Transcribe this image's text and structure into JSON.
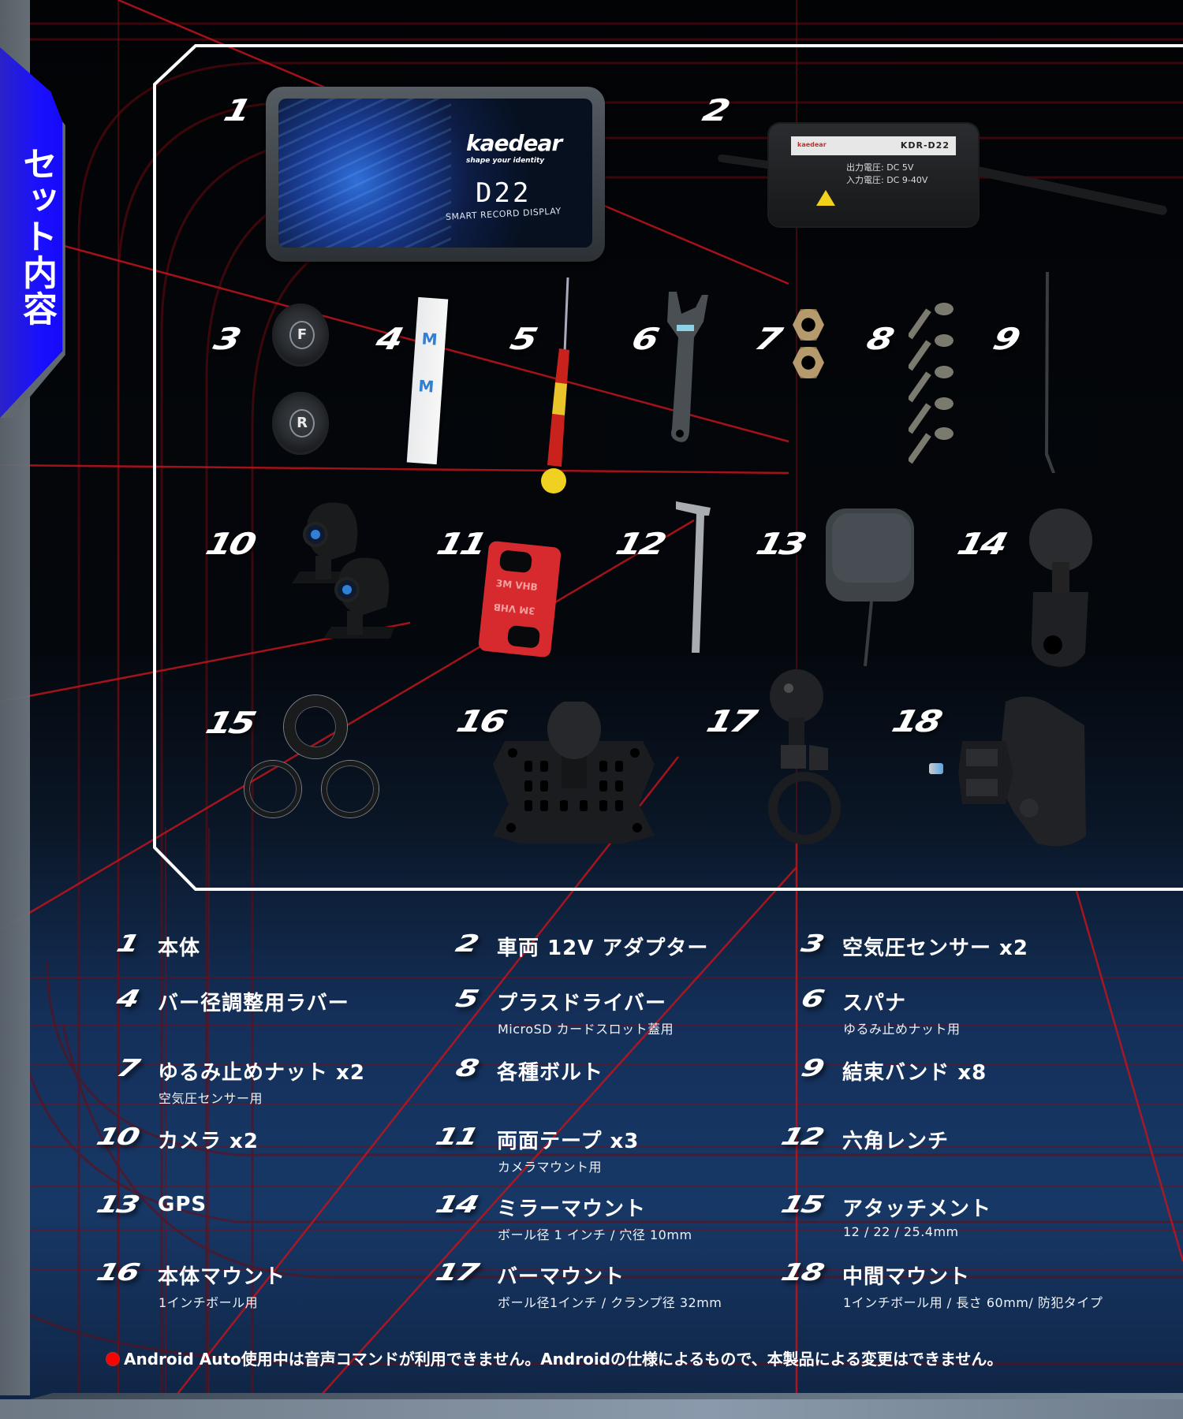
{
  "side_tab": {
    "label": "セット内容",
    "color": "#1a10ff"
  },
  "product_display": {
    "brand": "kaedear",
    "tagline": "shape your identity",
    "model": "D22",
    "subtitle": "SMART RECORD DISPLAY"
  },
  "adapter_label": {
    "brand": "kaedear",
    "model": "KDR-D22",
    "output": "出力電圧: DC 5V",
    "input": "入力電圧: DC 9-40V"
  },
  "sensor_letters": [
    "F",
    "R"
  ],
  "photo_numbers": [
    "1",
    "2",
    "3",
    "4",
    "5",
    "6",
    "7",
    "8",
    "9",
    "10",
    "11",
    "12",
    "13",
    "14",
    "15",
    "16",
    "17",
    "18"
  ],
  "items": [
    {
      "num": "1",
      "title": "本体",
      "sub": ""
    },
    {
      "num": "2",
      "title": "車両 12V アダプター",
      "sub": ""
    },
    {
      "num": "3",
      "title": "空気圧センサー x2",
      "sub": ""
    },
    {
      "num": "4",
      "title": "バー径調整用ラバー",
      "sub": ""
    },
    {
      "num": "5",
      "title": "プラスドライバー",
      "sub": "MicroSD カードスロット蓋用"
    },
    {
      "num": "6",
      "title": "スパナ",
      "sub": "ゆるみ止めナット用"
    },
    {
      "num": "7",
      "title": "ゆるみ止めナット x2",
      "sub": "空気圧センサー用"
    },
    {
      "num": "8",
      "title": "各種ボルト",
      "sub": ""
    },
    {
      "num": "9",
      "title": "結束バンド x8",
      "sub": ""
    },
    {
      "num": "10",
      "title": "カメラ x2",
      "sub": ""
    },
    {
      "num": "11",
      "title": "両面テープ x3",
      "sub": "カメラマウント用"
    },
    {
      "num": "12",
      "title": "六角レンチ",
      "sub": ""
    },
    {
      "num": "13",
      "title": "GPS",
      "sub": ""
    },
    {
      "num": "14",
      "title": "ミラーマウント",
      "sub": "ボール径 1 インチ / 穴径 10mm"
    },
    {
      "num": "15",
      "title": "アタッチメント",
      "sub": "12 / 22 / 25.4mm"
    },
    {
      "num": "16",
      "title": "本体マウント",
      "sub": "1インチボール用"
    },
    {
      "num": "17",
      "title": "バーマウント",
      "sub": "ボール径1インチ / クランプ径 32mm"
    },
    {
      "num": "18",
      "title": "中間マウント",
      "sub": "1インチボール用 / 長さ 60mm/ 防犯タイプ"
    }
  ],
  "note": {
    "bullet_color": "#ff0000",
    "text": "Android Auto使用中は音声コマンドが利用できません。Androidの仕様によるもので、本製品による変更はできません。"
  },
  "colors": {
    "background_top": "#020305",
    "background_bottom": "#173866",
    "grid_lines": "#8b0d12",
    "frame": "#ffffff"
  }
}
